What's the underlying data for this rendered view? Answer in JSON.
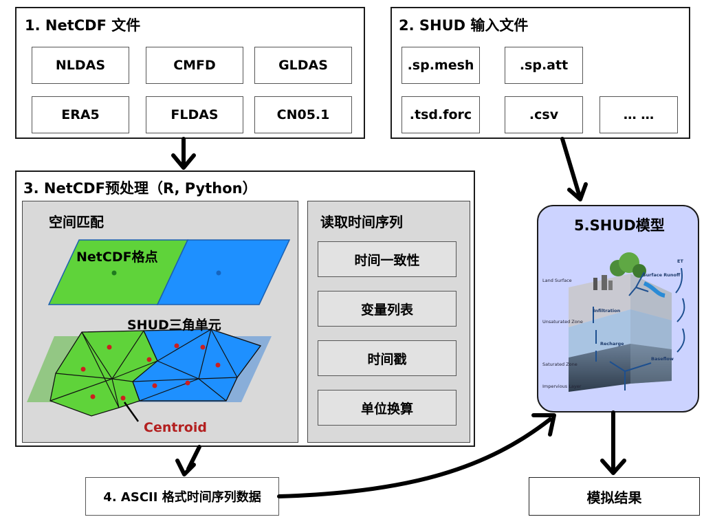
{
  "panel1": {
    "title": "1. NetCDF 文件",
    "datasets": [
      "NLDAS",
      "CMFD",
      "GLDAS",
      "ERA5",
      "FLDAS",
      "CN05.1"
    ]
  },
  "panel2": {
    "title": "2. SHUD 输入文件",
    "files": [
      ".sp.mesh",
      ".sp.att",
      ".tsd.forc",
      ".csv",
      "… …"
    ]
  },
  "panel3": {
    "title": "3. NetCDF预处理（R, Python）",
    "spatial": {
      "title": "空间匹配",
      "grid_label": "NetCDF格点",
      "mesh_label": "SHUD三角单元",
      "centroid_label": "Centroid"
    },
    "timeseries": {
      "title": "读取时间序列",
      "steps": [
        "时间一致性",
        "变量列表",
        "时间戳",
        "单位换算"
      ]
    }
  },
  "panel4": {
    "label": "4. ASCII 格式时间序列数据"
  },
  "model": {
    "title": "5.SHUD模型",
    "illustration_labels": {
      "land_surface": "Land Surface",
      "unsaturated_zone": "Unsaturated Zone",
      "saturated_zone": "Saturated Zone",
      "impervious_layer": "Impervious Layer",
      "infiltration": "Infiltration",
      "surface_runoff": "Surface Runoff",
      "recharge": "Recharge",
      "baseflow": "Baseflow",
      "et": "ET"
    }
  },
  "result": {
    "label": "模拟结果"
  },
  "colors": {
    "green": "#5fd33a",
    "blue": "#1e90ff",
    "red_point": "#cc1f1f",
    "centroid_text": "#b32020",
    "model_bg": "#ccd3ff",
    "gray": "#d9d9d9"
  }
}
